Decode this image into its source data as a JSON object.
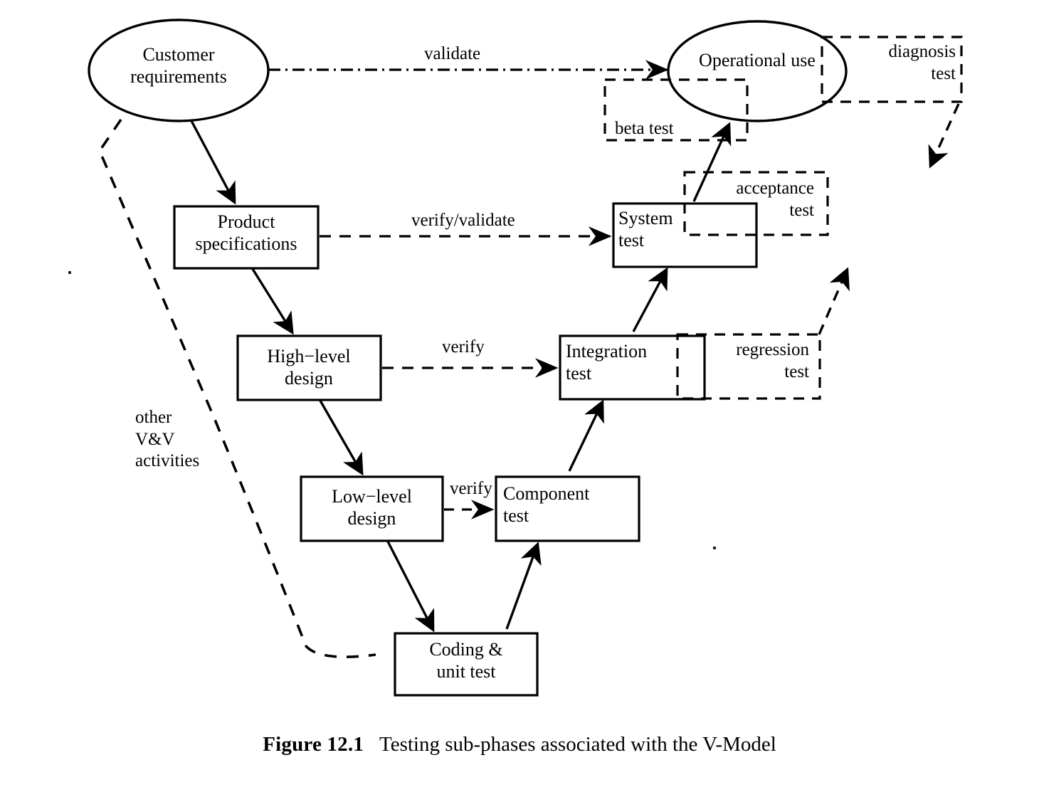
{
  "figure": {
    "caption_number": "Figure 12.1",
    "caption_text": "Testing sub-phases associated with the V-Model",
    "ink_color": "#000000",
    "background_color": "#ffffff"
  },
  "nodes": {
    "customer_requirements": {
      "label": "Customer\nrequirements",
      "shape": "ellipse"
    },
    "operational_use": {
      "label": "Operational   use",
      "shape": "ellipse"
    },
    "product_specifications": {
      "label": "Product\nspecifications",
      "shape": "rectangle"
    },
    "system_test": {
      "label": "System\ntest",
      "shape": "rectangle"
    },
    "high_level_design": {
      "label": "High−level\ndesign",
      "shape": "rectangle"
    },
    "integration_test": {
      "label": "Integration\ntest",
      "shape": "rectangle"
    },
    "low_level_design": {
      "label": "Low−level\ndesign",
      "shape": "rectangle"
    },
    "component_test": {
      "label": "Component\ntest",
      "shape": "rectangle"
    },
    "coding_unit_test": {
      "label": "Coding &\nunit test",
      "shape": "rectangle"
    }
  },
  "annotations": {
    "beta_test": {
      "label": "beta test",
      "style": "dashed-box"
    },
    "diagnosis_test": {
      "label": "diagnosis\ntest",
      "style": "dashed-box"
    },
    "acceptance_test": {
      "label": "acceptance\ntest",
      "style": "dashed-box"
    },
    "regression_test": {
      "label": "regression\ntest",
      "style": "dashed-box"
    },
    "other_vv": {
      "label": "other\nV&V\nactivities",
      "style": "plain-text"
    }
  },
  "edges": {
    "validate": {
      "label": "validate",
      "style": "dash-dot",
      "from": "customer_requirements",
      "to": "operational_use"
    },
    "verify_validate": {
      "label": "verify/validate",
      "style": "dashed",
      "from": "product_specifications",
      "to": "system_test"
    },
    "verify_hld": {
      "label": "verify",
      "style": "dashed",
      "from": "high_level_design",
      "to": "integration_test"
    },
    "verify_lld": {
      "label": "verify",
      "style": "dashed",
      "from": "low_level_design",
      "to": "component_test"
    }
  }
}
